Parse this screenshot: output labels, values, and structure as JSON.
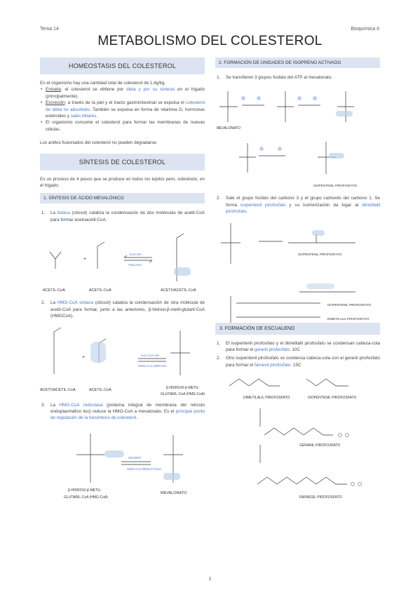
{
  "header": {
    "left": "Tema 14",
    "right": "Bioquímica II",
    "title": "METABOLISMO DEL COLESTEROL"
  },
  "homeostasis": {
    "heading": "HOMEOSTASIS DEL COLESTEROL",
    "intro": "En el organismo hay una cantidad total de colesterol de 1,4g/kg.",
    "b1_label": "Entrada",
    "b1_t1": ": el colesterol se obtiene por ",
    "b1_blue": "dieta y por su síntesis",
    "b1_t2": " en el hígado (principalmente).",
    "b2_label": "Excreción",
    "b2_t1": ": a través de la piel y el tracto gastrointestinal se expulsa el ",
    "b2_blue": "colesterol de dieta no absorbido",
    "b2_t2": ". También se expulsa en forma de vitamina D, hormonas esteroides y ",
    "b2_blue2": "sales biliares",
    "b2_t3": ".",
    "b3": "El organismo consume el colesterol para formar las membranas de nuevas células.",
    "note": "Los anillos fusionados del colesterol no pueden degradarse."
  },
  "sintesis": {
    "heading": "SÍNTESIS DE COLESTEROL",
    "intro": "Es un proceso de 4 pasos que se produce en todos los tejidos pero, sobretodo, en el hígado.",
    "sub1": "1. SÍNTESIS DE ÁCIDO MEVALÓNICO",
    "s1_n": "1.",
    "s1_t1": "La ",
    "s1_blue": "tiolasa",
    "s1_t2": " (citosol) cataliza la condensación de dos moléculas de acetil-CoA para formar acetoacetil-CoA.",
    "s2_n": "2.",
    "s2_t1": "La ",
    "s2_blue": "HMG-CoA sintasa",
    "s2_t2": " (citosol) cataliza la condensación de otra molécula de acetil-CoA para formar, junto a las anteriores, β-hidroxi-β-metil-glutaril-CoA (HMGCoA).",
    "s3_n": "3.",
    "s3_t1": "La ",
    "s3_blue": "HMG-CoA reductasa",
    "s3_t2": " (proteína integral de membrana del retículo endoplasmático liso) reduce la HMG-CoA a mevalonato. Es el ",
    "s3_blue2": "principal punto de regulación de la biosíntesis de colesterol",
    "s3_t3": "."
  },
  "isopreno": {
    "sub": "2. FORMACIÓN DE UNIDADES DE ISOPRENO ACTIVADO",
    "i1_n": "1.",
    "i1": "Se transfieren 3 grupos fosfato del ATP al mevalonato.",
    "i2_n": "2.",
    "i2_t1": "Sale el grupo fosfato del carbono 3 y el grupo carboxilo del carbono 1. Se forma ",
    "i2_blue": "isopentenil pirofosfato",
    "i2_t2": " y su isomerización da lugar al ",
    "i2_blue2": "dimetilalil pirofosfato",
    "i2_t3": "."
  },
  "escualeno": {
    "heading": "3. FORMACIÓN DE ESCUALENO",
    "e1_n": "1.",
    "e1_t1": "El isopentenil pirofosfato y el dimetilalil pirofosfato se condensan cabeza-cola para formar el ",
    "e1_blue": "geranil pirofosfato",
    "e1_t2": ". 10C",
    "e2_n": "2.",
    "e2_t1": "Otro isopentenil pirofosfato se condensa cabeza-cola con el geranil pirofosfato para formar el ",
    "e2_blue": "farnesil pirofosfato",
    "e2_t2": ". 15C"
  },
  "labels": {
    "acetil": "ACETIL-CoA",
    "acetoacetil": "ACETOACETIL-CoA",
    "hmgcoa1": "β-HIDROXI-β-METIL-",
    "hmgcoa2": "GLUTARIL-CoA (HMG-CoA)",
    "mevalonato": "MEVALONATO",
    "tiolasa": "TIOLASA",
    "hmgsintasa": "HMG-CoA SINTASA",
    "hmgreductasa": "HMG-CoA REDUCTASA",
    "isopentenil": "ISOPENTENIL PIROFOSFATO",
    "dimetilalil": "DIMETILALIL PIROFOSFATO",
    "geranil": "GERANIL PIROFOSFATO",
    "farnesil": "FARNESIL PIROFOSFATO",
    "pagenum": "1"
  },
  "colors": {
    "accent": "#4a78c9",
    "bar": "#dbe4f0",
    "highlight": "#bcd0ea"
  }
}
